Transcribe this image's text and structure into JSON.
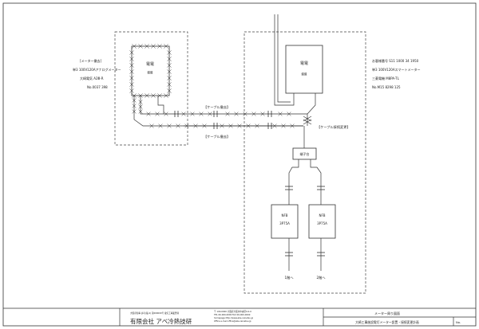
{
  "left_panel": {
    "title": "[メーター撤去]",
    "line1": "単3 100V120Aアナログメーター",
    "line2": "大崎電気 A2Ⅲ-R",
    "line3": "No.0037 398"
  },
  "right_panel": {
    "line1": "お客様番号 S11 1000 34 1950",
    "line2": "単3 100V120Aスマートメーター",
    "line3": "三菱電機 M8PA-TL",
    "line4": "No.M15 8298 125"
  },
  "boxes": {
    "old_panel_title": "電電",
    "old_panel_sub": "盤盤",
    "new_panel_title": "電電",
    "new_panel_sub": "盤盤",
    "terminal_box": "端子台",
    "breaker_left_line1": "NFB",
    "breaker_left_line2": "3P75A",
    "breaker_right_line1": "NFB",
    "breaker_right_line2": "3P75A"
  },
  "labels": {
    "cable_top": "【ケーブル撤去】",
    "cable_bottom": "【ケーブル撤去】",
    "cable_reconnect": "【ケーブル接続変更】",
    "dest_left": "1階へ",
    "dest_right": "2階へ"
  },
  "title_block": {
    "company_small": "大阪府知事 許可(般-2) 第000000号 電気工事業登録",
    "company_name": "有限会社 アベ冷熱技研",
    "address_line1": "〒 100-0000 大阪府大阪市中央区0-0-0",
    "address_line2": "TEL 06-000-0000 FAX 06-000-0000",
    "address_line3": "homepage http://www.abe-reinetsu.jp",
    "address_line4": "Office e-mail office@abe-reinetsu.jp",
    "drawing_title": "メーター周り図面",
    "drawing_desc": "大崎工事施設電灯メーター設置・接続変更計画",
    "sheet_no": "No."
  }
}
